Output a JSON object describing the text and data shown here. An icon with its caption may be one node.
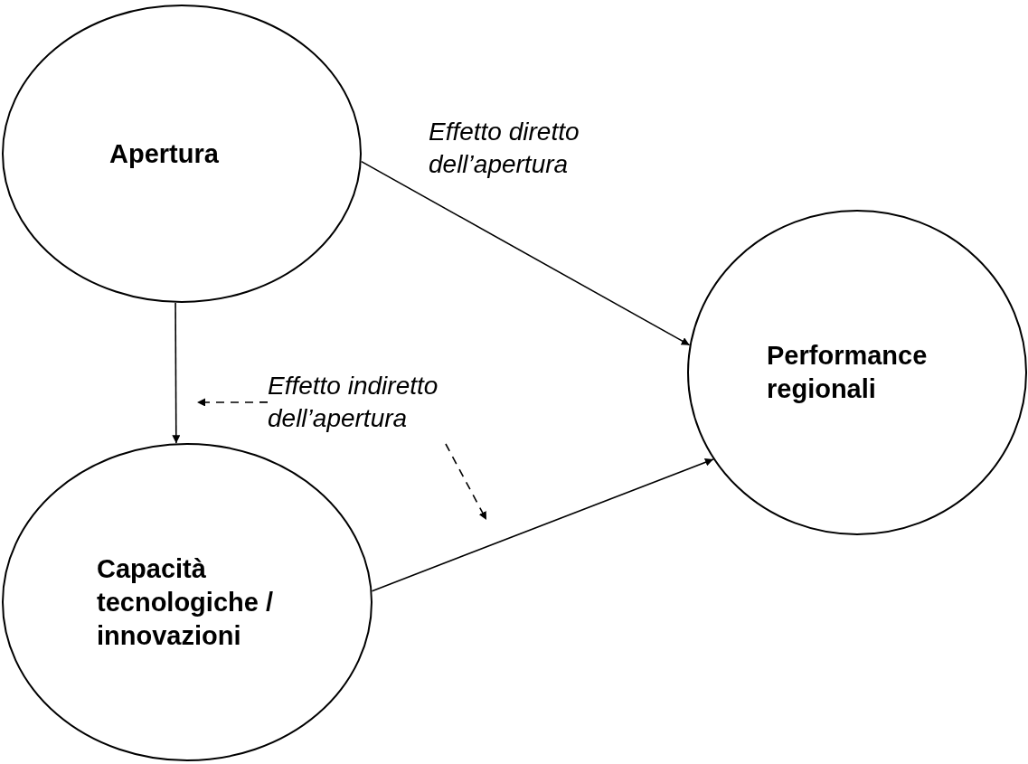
{
  "diagram": {
    "nodes": [
      {
        "text": [
          "Apertura"
        ]
      },
      {
        "text": [
          "Performance regionali"
        ]
      },
      {
        "text": [
          "Capacità tecnologiche / innovazioni"
        ]
      },
      {
        "text": [
          "Effetto indiretto dell’apertura"
        ]
      }
    ],
    "edges": [
      {
        "from": 0,
        "to": 1,
        "arrow": "to",
        "label": "Effetto diretto dell’apertura"
      },
      {
        "from": 0,
        "to": 2,
        "arrow": "to"
      },
      {
        "from": 2,
        "to": 1,
        "arrow": "to"
      },
      {
        "from": 3,
        "to": null,
        "arrow": "to",
        "style": "dashed"
      },
      {
        "from": 3,
        "to": null,
        "arrow": "to",
        "style": "dashed"
      }
    ]
  }
}
